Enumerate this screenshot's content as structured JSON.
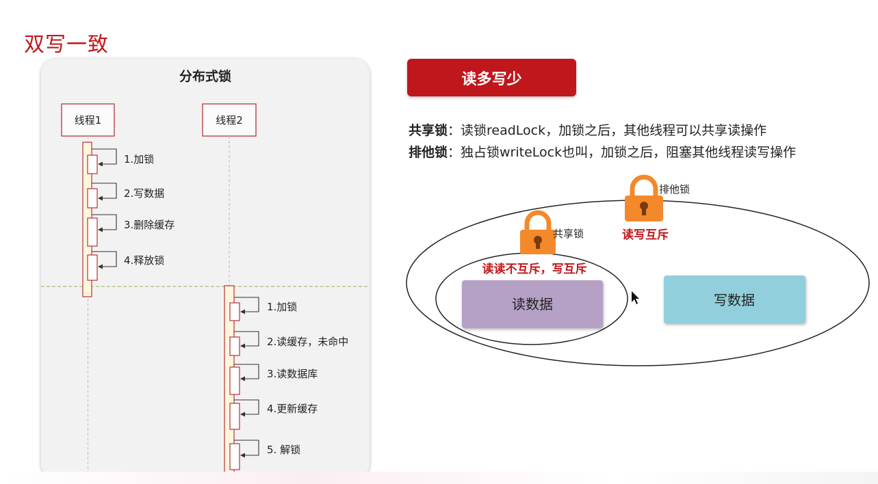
{
  "page": {
    "title": "双写一致"
  },
  "sequence": {
    "title": "分布式锁",
    "thread1": "线程1",
    "thread2": "线程2",
    "thread1_steps": [
      "1.加锁",
      "2.写数据",
      "3.删除缓存",
      "4.释放锁"
    ],
    "thread2_steps": [
      "1.加锁",
      "2.读缓存，未命中",
      "3.读数据库",
      "4.更新缓存",
      "5. 解锁"
    ]
  },
  "banner": {
    "label": "读多写少"
  },
  "descriptions": {
    "shared": {
      "term": "共享锁",
      "text": "：读锁readLock，加锁之后，其他线程可以共享读操作"
    },
    "exclusive": {
      "term": "排他锁",
      "text": "：独占锁writeLock也叫，加锁之后，阻塞其他线程读写操作"
    }
  },
  "diagram": {
    "exclusive_lock_label": "排他锁",
    "exclusive_rule": "读写互斥",
    "shared_lock_label": "共享锁",
    "shared_rule": "读读不互斥，写互斥",
    "read_box": "读数据",
    "write_box": "写数据"
  },
  "colors": {
    "accent_red": "#c0171c",
    "lock_orange": "#f4892b",
    "read_box": "#b5a0c6",
    "write_box": "#92cfdc",
    "activation_fill": "#fff6dc"
  }
}
